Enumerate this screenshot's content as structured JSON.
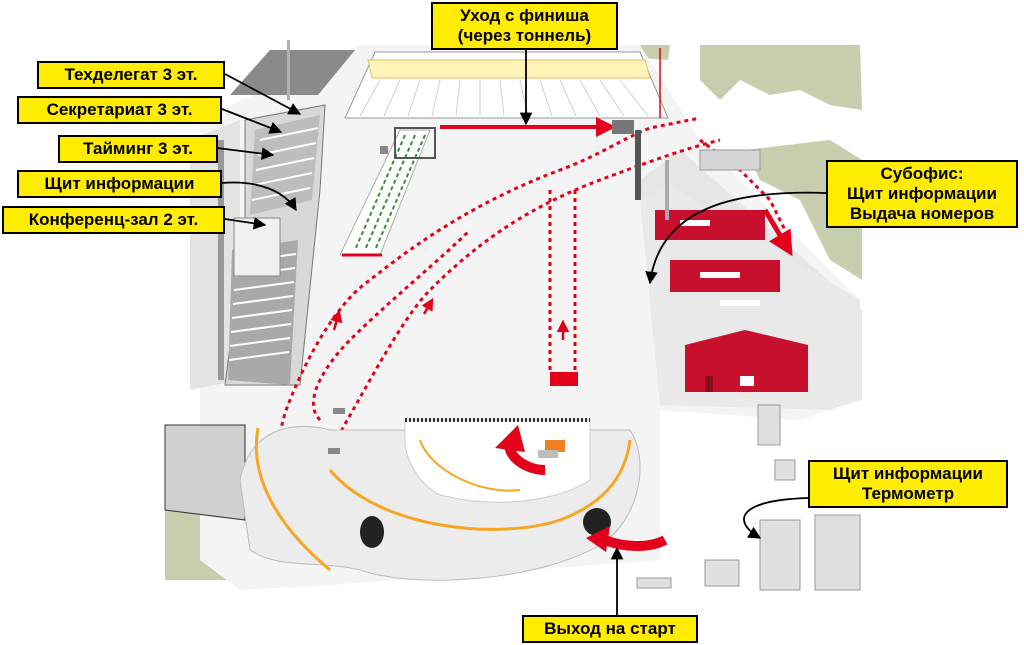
{
  "labels": {
    "finish_exit": [
      "Уход с финиша",
      "(через тоннель)"
    ],
    "tech_delegate": "Техделегат 3 эт.",
    "secretariat": "Секретариат 3 эт.",
    "timing": "Тайминг 3 эт.",
    "info_board_left": "Щит информации",
    "conference_hall": "Конференц-зал 2 эт.",
    "suboffice": [
      "Субофис:",
      "Щит информации",
      "Выдача номеров"
    ],
    "info_board_thermometer": [
      "Щит информации",
      "Термометр"
    ],
    "start_exit": "Выход на старт"
  },
  "colors": {
    "label_bg": "#ffec00",
    "route": "#e3001b",
    "building_red": "#c8102e",
    "terrain": "#c7ceae",
    "stand_gray": "#c9c9c9",
    "railing": "#f5a623"
  },
  "icons": [
    "arrow-icon",
    "tunnel-icon",
    "building-icon",
    "grandstand-icon"
  ]
}
